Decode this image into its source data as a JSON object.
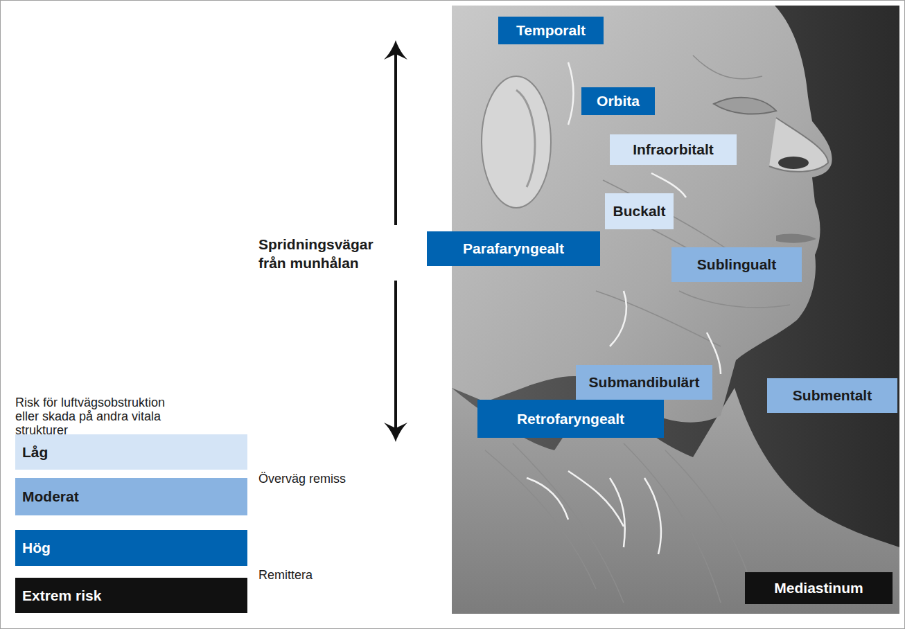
{
  "diagram": {
    "nodes": [
      {
        "text": [
          "Temporalt"
        ]
      },
      {
        "text": [
          "Orbita"
        ]
      },
      {
        "text": [
          "Infraorbitalt"
        ]
      },
      {
        "text": [
          "Buckalt"
        ]
      },
      {
        "text": [
          "Parafaryngealt"
        ]
      },
      {
        "text": [
          "Sublingualt"
        ]
      },
      {
        "text": [
          "Submandibulärt"
        ]
      },
      {
        "text": [
          "Submentalt"
        ]
      },
      {
        "text": [
          "Retrofaryngealt"
        ]
      },
      {
        "text": [
          "Mediastinum"
        ]
      }
    ],
    "labels": [
      "Spridningsvägar från munhålan",
      "Risk för luftvägsobstruktion eller skada på andra vitala strukturer",
      "Överväg remiss",
      "Remittera"
    ],
    "legend": [
      {
        "text": "Låg",
        "color": "#d4e4f6"
      },
      {
        "text": "Moderat",
        "color": "#89b3e1"
      },
      {
        "text": "Hög",
        "color": "#0063b1"
      },
      {
        "text": "Extrem risk",
        "color": "#111111"
      }
    ]
  }
}
